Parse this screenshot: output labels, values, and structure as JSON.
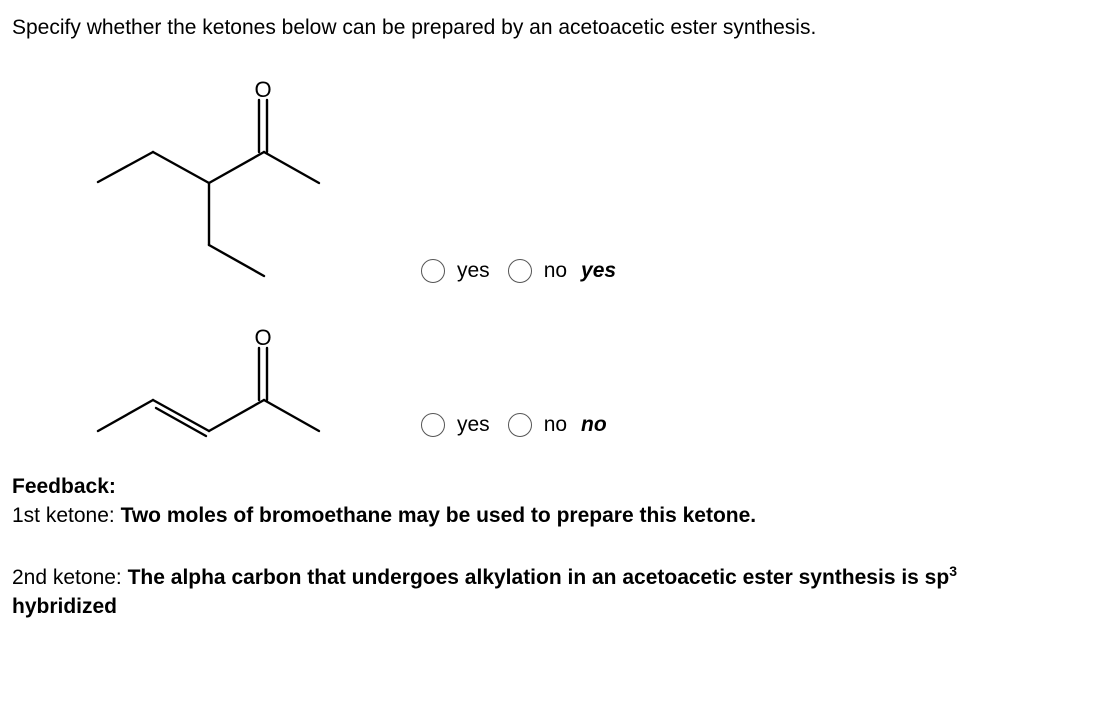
{
  "question": "Specify whether the ketones below can be prepared by an acetoacetic ester synthesis.",
  "molecules": [
    {
      "oxygen_label": "O",
      "options": [
        "yes",
        "no"
      ],
      "answer": "yes"
    },
    {
      "oxygen_label": "O",
      "options": [
        "yes",
        "no"
      ],
      "answer": "no"
    }
  ],
  "feedback": {
    "title": "Feedback:",
    "item1_label": "1st ketone: ",
    "item1_text": "Two moles of bromoethane may be used to prepare this ketone.",
    "item2_label": "2nd ketone: ",
    "item2_text": "The alpha carbon that undergoes alkylation in an acetoacetic ester synthesis is sp",
    "item2_sup": "3",
    "item2_text_after": "hybridized"
  }
}
